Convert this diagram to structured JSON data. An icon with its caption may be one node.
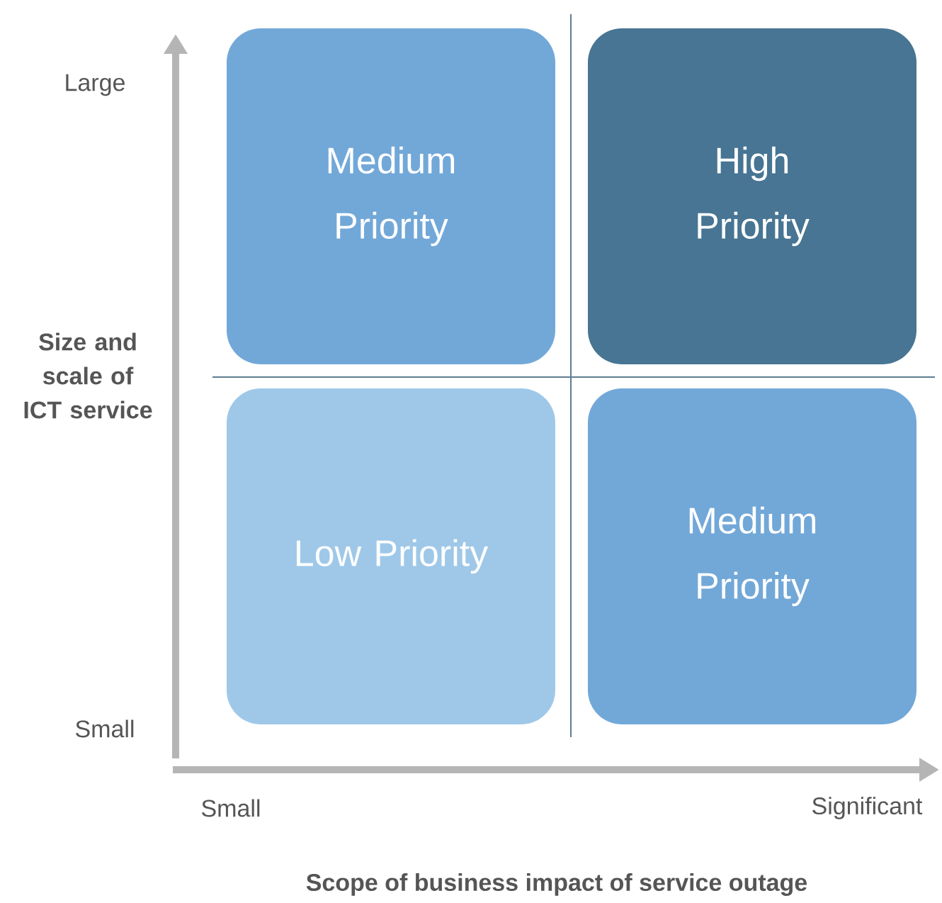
{
  "diagram": {
    "nodes": [
      {
        "text": [
          "Medium Priority"
        ]
      },
      {
        "text": [
          "High Priority"
        ]
      },
      {
        "text": [
          "Low Priority"
        ]
      },
      {
        "text": [
          "Medium Priority"
        ]
      }
    ],
    "edges": [],
    "labels": [
      "Large",
      "Size and scale of ICT service",
      "Small",
      "Small",
      "Significant",
      "Scope of business impact of service outage"
    ]
  }
}
